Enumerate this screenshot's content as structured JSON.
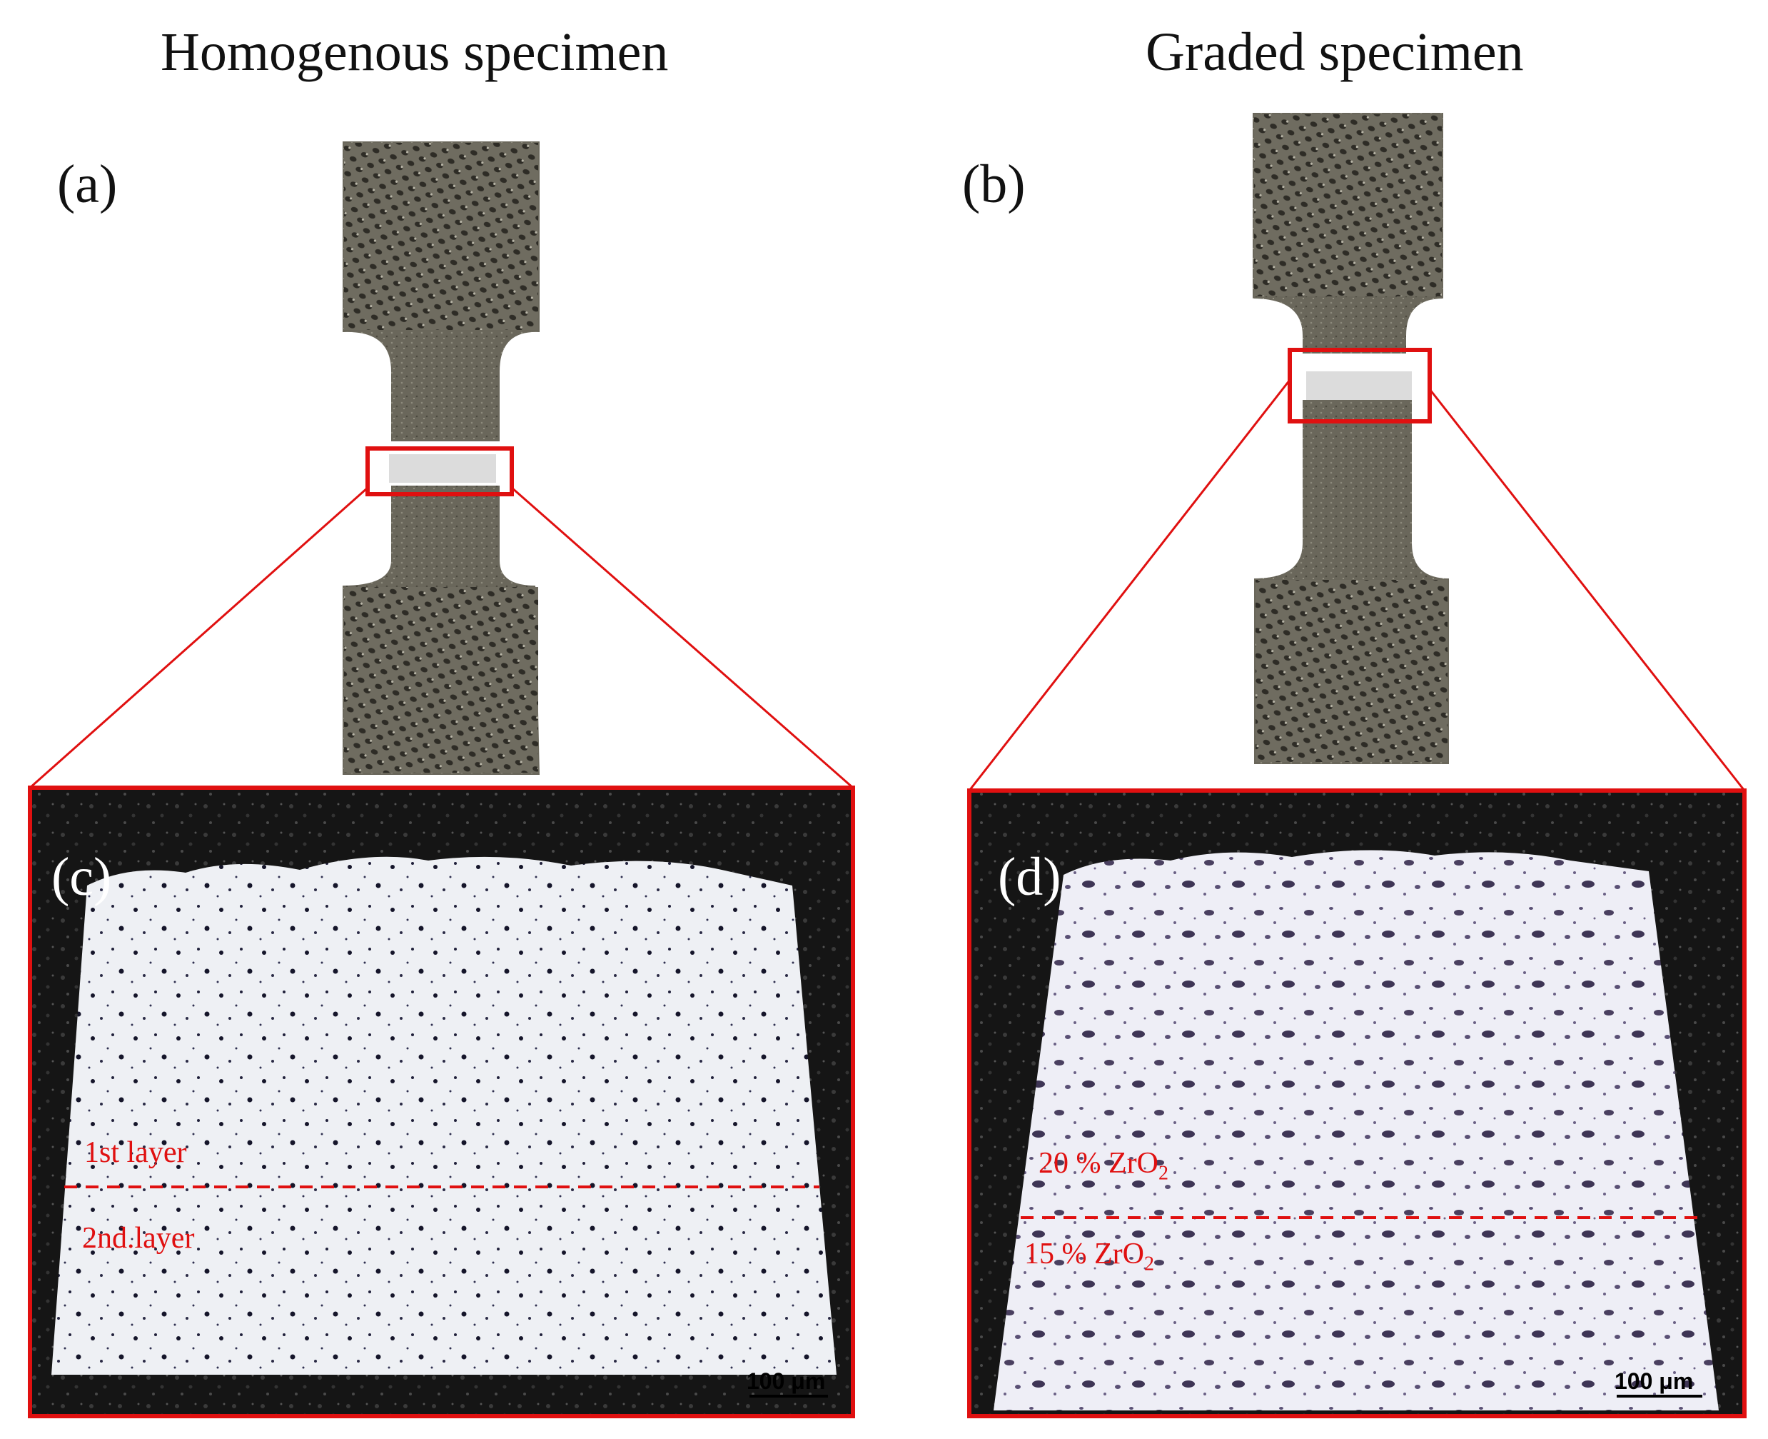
{
  "headings": {
    "left": "Homogenous specimen",
    "right": "Graded specimen"
  },
  "panels": {
    "a": "(a)",
    "b": "(b)",
    "c": "(c)",
    "d": "(d)"
  },
  "micro_left": {
    "upper_label": "1st layer",
    "lower_label": "2nd.layer",
    "scale_bar": "100 μm"
  },
  "micro_right": {
    "upper_label_prefix": "20 % ZrO",
    "upper_label_sub": "2",
    "lower_label_prefix": "15 % ZrO",
    "lower_label_sub": "2",
    "scale_bar": "100 μm"
  },
  "colors": {
    "highlight": "#e01010",
    "specimen_metal": "#6d6a5e",
    "mount_dark": "#141414",
    "section_light": "#eeeff4"
  }
}
